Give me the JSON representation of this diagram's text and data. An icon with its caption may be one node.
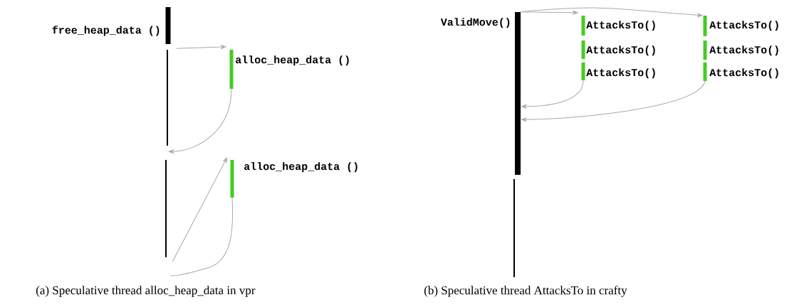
{
  "diagram": {
    "nodes": [
      {
        "text": [
          "free_heap_data ()"
        ]
      },
      {
        "text": [],
        "shape": "bar"
      },
      {
        "text": [
          "alloc_heap_data ()"
        ]
      },
      {
        "text": [],
        "shape": "bar"
      },
      {
        "text": [
          "alloc_heap_data ()"
        ]
      },
      {
        "text": [
          "ValidMove()"
        ]
      },
      {
        "text": [],
        "shape": "bar"
      },
      {
        "text": [
          "AttacksTo()"
        ]
      },
      {
        "text": [
          "AttacksTo()"
        ]
      },
      {
        "text": [
          "AttacksTo()"
        ]
      },
      {
        "text": [
          "AttacksTo()"
        ]
      },
      {
        "text": [
          "AttacksTo()"
        ]
      },
      {
        "text": [
          "AttacksTo()"
        ]
      }
    ],
    "edges": [
      {
        "from": 0,
        "to": 2,
        "arrow": "to"
      },
      {
        "from": 2,
        "to": 1,
        "arrow": "to"
      },
      {
        "from": 3,
        "to": 4,
        "arrow": "to"
      },
      {
        "from": 4,
        "to": null,
        "arrow": "none"
      },
      {
        "from": 5,
        "to": 7,
        "arrow": "to"
      },
      {
        "from": 5,
        "to": 10,
        "arrow": "to"
      },
      {
        "from": 9,
        "to": 5,
        "arrow": "to"
      },
      {
        "from": 12,
        "to": 5,
        "arrow": "to"
      }
    ],
    "labels": [
      "(a) Speculative thread alloc_heap_data in vpr",
      "(b) Speculative thread AttacksTo in crafty"
    ]
  }
}
